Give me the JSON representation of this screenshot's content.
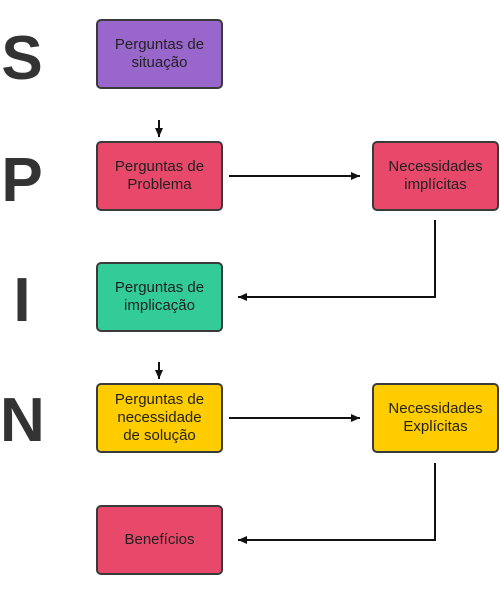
{
  "letters": {
    "s": "S",
    "p": "P",
    "i": "I",
    "n": "N"
  },
  "boxes": {
    "situacao": {
      "label": "Perguntas de\nsituação",
      "color": "#9966CC"
    },
    "problema": {
      "label": "Perguntas de\nProblema",
      "color": "#E8486A"
    },
    "implicitas": {
      "label": "Necessidades\nimplícitas",
      "color": "#E8486A"
    },
    "implicacao": {
      "label": "Perguntas de\nimplicação",
      "color": "#33CC99"
    },
    "necessidade": {
      "label": "Perguntas de\nnecessidade\nde solução",
      "color": "#FFCC00"
    },
    "explicitas": {
      "label": "Necessidades\nExplícitas",
      "color": "#FFCC00"
    },
    "beneficios": {
      "label": "Benefícios",
      "color": "#E8486A"
    }
  }
}
